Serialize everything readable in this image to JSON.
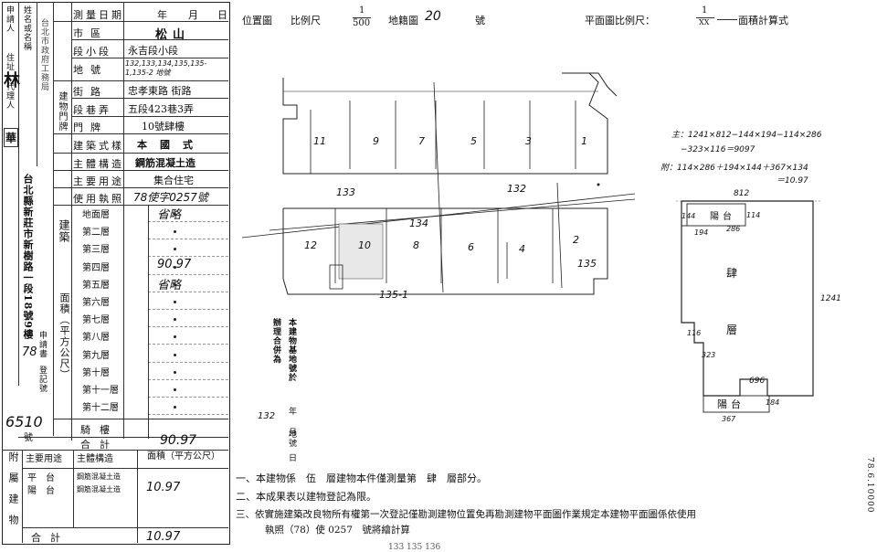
{
  "left_panel": {
    "side_labels": [
      "申請人",
      "姓名或名稱",
      "住址",
      "代理人",
      "建物門牌"
    ],
    "applicant_name": "林",
    "agent_text": "台北市政府工務局",
    "stamp_text": "華",
    "address_vertical": "台北縣新莊市新樹路一段18號9樓",
    "vertical_labels": {
      "building_address": "建物門牌",
      "building": "建築",
      "area": "面積（平方公尺）",
      "applicant_no": "申請書",
      "reg_no": "登記號"
    },
    "survey_date_label": "測量日期",
    "survey_date_units": [
      "年",
      "月",
      "日"
    ],
    "rows": [
      {
        "label": "市區",
        "value": "松山"
      },
      {
        "label": "段小段",
        "value": "永吉段小段"
      },
      {
        "label": "地號",
        "value": "132,133,134,135,135-1,135-2 地號"
      },
      {
        "label": "街路",
        "value": "忠孝東路 街路"
      },
      {
        "label": "段巷弄",
        "value": "五段423巷3弄"
      },
      {
        "label": "門牌",
        "value": "10號肆樓"
      },
      {
        "label": "建築式樣",
        "value": "本國式"
      },
      {
        "label": "主體構造",
        "value": "鋼筋混凝土造"
      },
      {
        "label": "主要用途",
        "value": "集合住宅"
      },
      {
        "label": "使用執照",
        "value": "78使字0257號"
      }
    ],
    "floors": [
      "地面層",
      "第二層",
      "第三層",
      "第四層",
      "第五層",
      "第六層",
      "第七層",
      "第八層",
      "第九層",
      "第十層",
      "第十一層",
      "第十二層"
    ],
    "floor_values": [
      "省略",
      "",
      "",
      "90.97",
      "省略",
      "",
      "",
      "",
      "",
      "",
      "",
      ""
    ],
    "balcony_label": "騎樓",
    "total_label": "合計",
    "total_value": "90.97",
    "reg_number": "6510",
    "reg_suffix": "號",
    "applicant_number": "78",
    "attached": {
      "side_label": "附屬建物",
      "headers": [
        "主要用途",
        "主體構造",
        "面積（平方公尺）"
      ],
      "rows": [
        {
          "use": "平台",
          "structure": "鋼筋混凝土造",
          "area": "10.97"
        },
        {
          "use": "陽台",
          "structure": "鋼筋混凝土造",
          "area": ""
        }
      ],
      "total_label": "合計",
      "total_value": "10.97"
    }
  },
  "header": {
    "location_map": "位置圖",
    "scale_label": "比例尺",
    "scale_num": "1",
    "scale_den": "500",
    "cadastral_map": "地籍圖",
    "cadastral_no": "20",
    "cadastral_suffix": "號",
    "plan_scale_label": "平面圖比例尺：",
    "plan_scale_num": "1",
    "plan_scale_den": "XX",
    "area_calc": "面積計算式"
  },
  "site_plan": {
    "lots": [
      "11",
      "9",
      "7",
      "5",
      "3",
      "1",
      "12",
      "10",
      "8",
      "6",
      "4",
      "2"
    ],
    "parcels": [
      "133",
      "132",
      "134",
      "135",
      "135-1"
    ]
  },
  "calc": {
    "main_line1": "主：1241×812−144×194−114×286",
    "main_line2": "−323×116＝9097",
    "attached_line1": "附：114×286＋194×144＋367×134",
    "attached_line2": "＝10.97"
  },
  "floor_plan": {
    "dim_top": "812",
    "dim_right": "1241",
    "dim_144": "144",
    "dim_114": "114",
    "dim_194": "194",
    "dim_286": "286",
    "dim_116": "116",
    "dim_323": "323",
    "dim_696": "696",
    "dim_184": "184",
    "dim_367": "367",
    "balcony_top": "陽台",
    "balcony_bottom": "陽台",
    "room_char1": "肆",
    "room_char2": "層"
  },
  "middle_vertical": {
    "col1": "本建物基地號於",
    "col2": "年",
    "col3": "月",
    "col4": "日",
    "col5": "地號",
    "merge_note": "辦理合併為",
    "merged_lot": "132"
  },
  "notes": [
    "一、本建物係　伍　層建物本件僅測量第　肆　層部分。",
    "二、本成果表以建物登記為限。",
    "三、依實施建築改良物所有權第一次登記僅勘測建物位置免再勘測建物平面圖作業規定本建物平面圖係依使用",
    "執照（78）使 0257　號將繪計算"
  ],
  "right_edge_text": "78.6.10000",
  "bottom_fragment": "133 135 136"
}
